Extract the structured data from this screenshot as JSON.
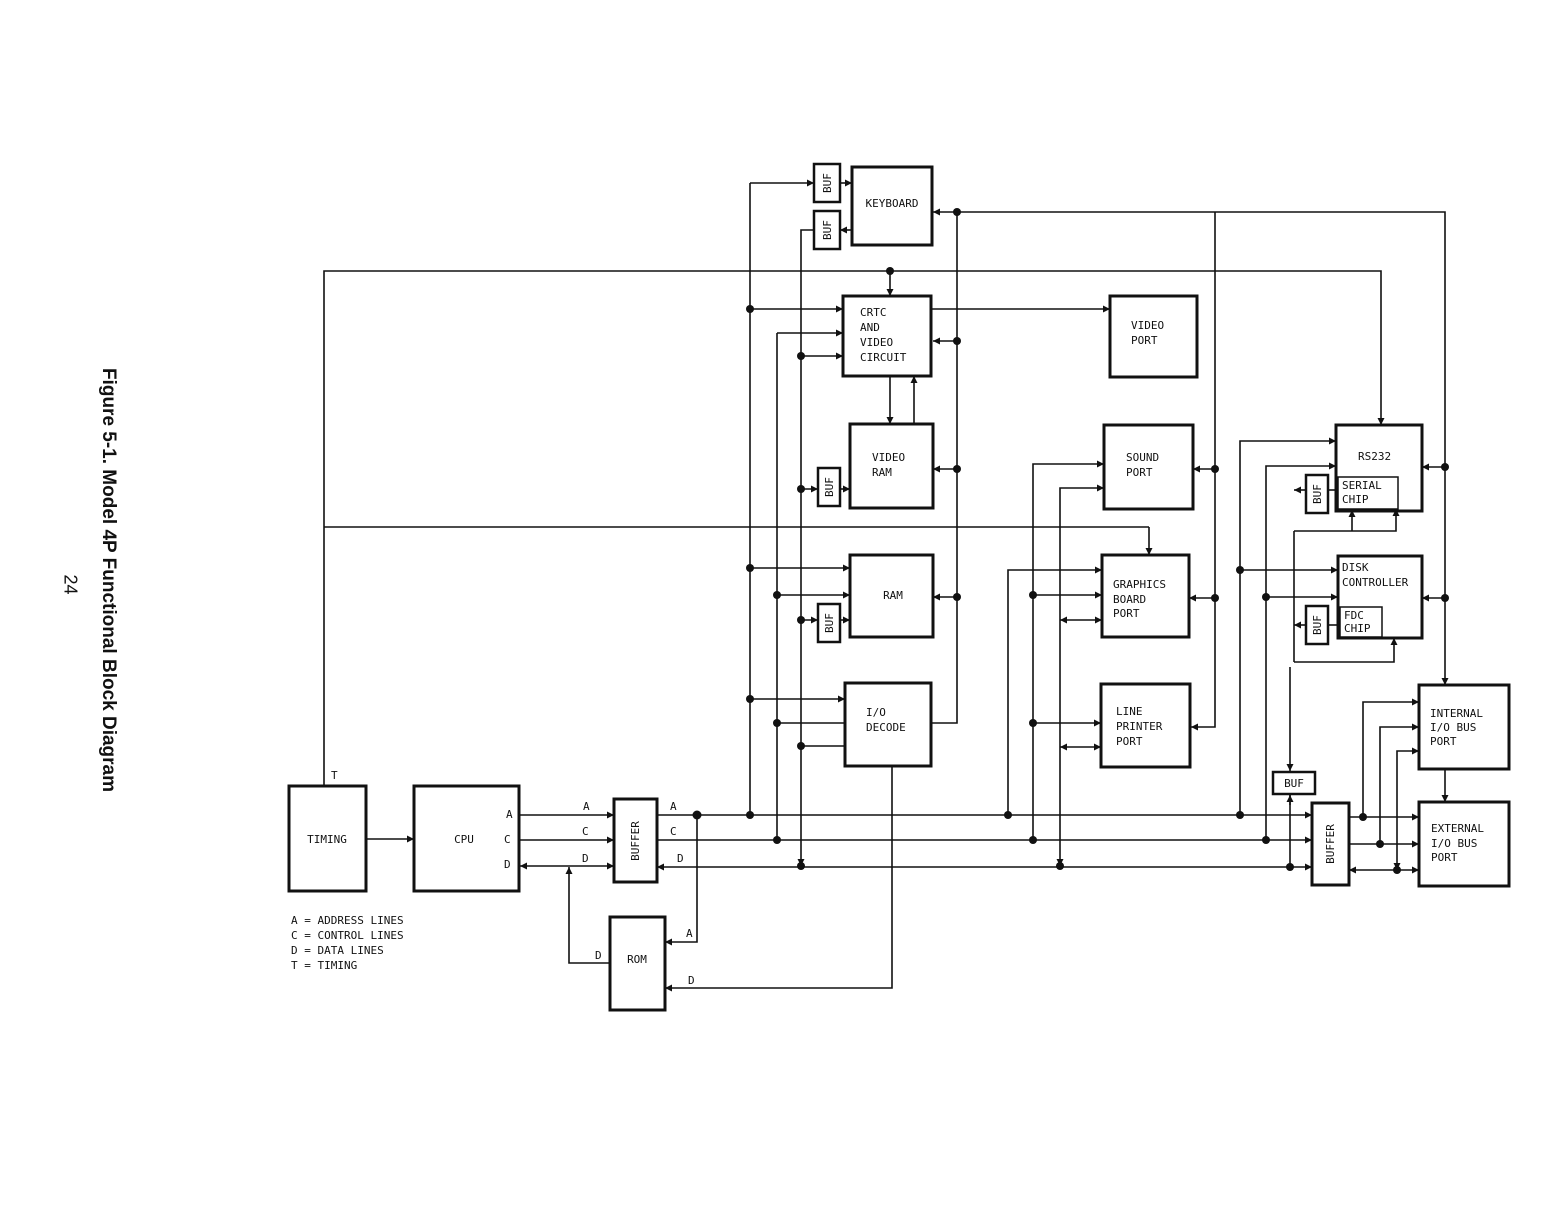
{
  "page": {
    "title": "Figure 5-1. Model 4P Functional Block Diagram",
    "page_number": "24"
  },
  "blocks": {
    "timing": "TIMING",
    "cpu": "CPU",
    "buffer_left": "BUFFER",
    "rom": "ROM",
    "keyboard": "KEYBOARD",
    "crtc": [
      "CRTC",
      "AND",
      "VIDEO",
      "CIRCUIT"
    ],
    "video_ram": [
      "VIDEO",
      "RAM"
    ],
    "ram": "RAM",
    "io_decode": [
      "I/O",
      "DECODE"
    ],
    "video_port": [
      "VIDEO",
      "PORT"
    ],
    "sound_port": [
      "SOUND",
      "PORT"
    ],
    "graphics_port": [
      "GRAPHICS",
      "BOARD",
      "PORT"
    ],
    "printer_port": [
      "LINE",
      "PRINTER",
      "PORT"
    ],
    "rs232": "RS232",
    "serial_chip": [
      "SERIAL",
      "CHIP"
    ],
    "disk_controller": [
      "DISK",
      "CONTROLLER"
    ],
    "fdc_chip": [
      "FDC",
      "CHIP"
    ],
    "internal_io": [
      "INTERNAL",
      "I/O BUS",
      "PORT"
    ],
    "external_io": [
      "EXTERNAL",
      "I/O BUS",
      "PORT"
    ],
    "buffer_right": "BUFFER",
    "buf": "BUF"
  },
  "line_labels": {
    "a": "A",
    "c": "C",
    "d": "D",
    "t": "T"
  },
  "legend": [
    "A = ADDRESS LINES",
    "C = CONTROL LINES",
    "D = DATA LINES",
    "T = TIMING"
  ]
}
